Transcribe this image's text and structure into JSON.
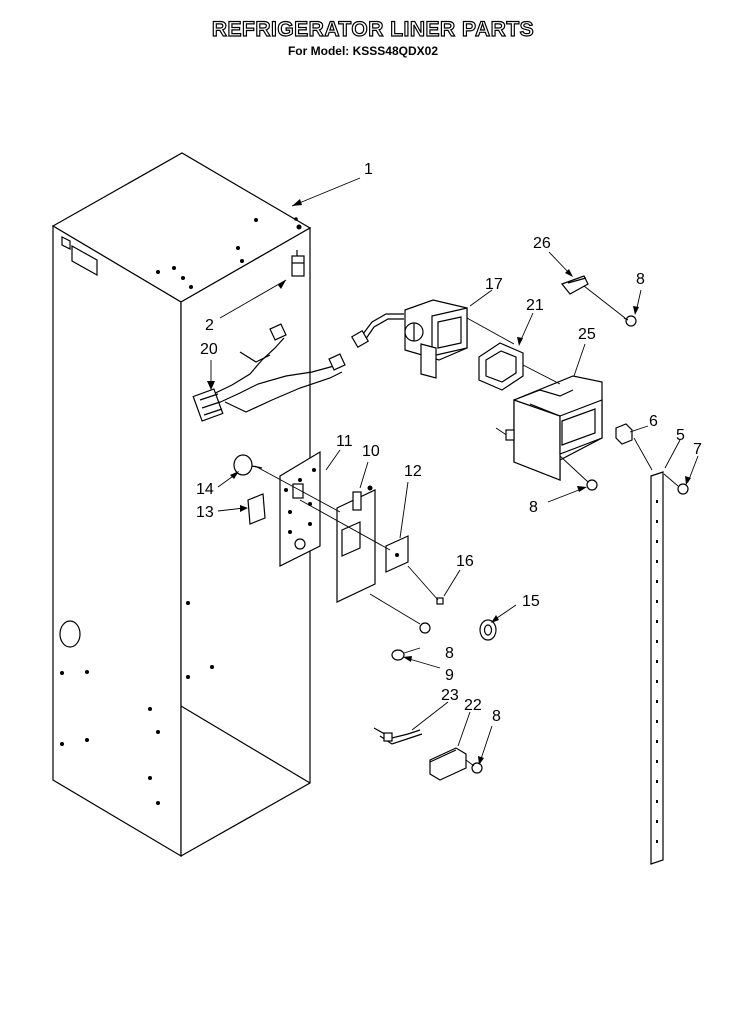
{
  "header": {
    "title": "REFRIGERATOR LINER PARTS",
    "subtitle": "For Model: KSSS48QDX02"
  },
  "callouts": [
    {
      "id": "c1",
      "label": "1"
    },
    {
      "id": "c2",
      "label": "2"
    },
    {
      "id": "c20",
      "label": "20"
    },
    {
      "id": "c17",
      "label": "17"
    },
    {
      "id": "c21",
      "label": "21"
    },
    {
      "id": "c26",
      "label": "26"
    },
    {
      "id": "c8a",
      "label": "8"
    },
    {
      "id": "c25",
      "label": "25"
    },
    {
      "id": "c6",
      "label": "6"
    },
    {
      "id": "c5",
      "label": "5"
    },
    {
      "id": "c7",
      "label": "7"
    },
    {
      "id": "c8b",
      "label": "8"
    },
    {
      "id": "c11",
      "label": "11"
    },
    {
      "id": "c10",
      "label": "10"
    },
    {
      "id": "c12",
      "label": "12"
    },
    {
      "id": "c14",
      "label": "14"
    },
    {
      "id": "c13",
      "label": "13"
    },
    {
      "id": "c16",
      "label": "16"
    },
    {
      "id": "c15",
      "label": "15"
    },
    {
      "id": "c8c",
      "label": "8"
    },
    {
      "id": "c9",
      "label": "9"
    },
    {
      "id": "c23",
      "label": "23"
    },
    {
      "id": "c22",
      "label": "22"
    },
    {
      "id": "c8d",
      "label": "8"
    }
  ]
}
